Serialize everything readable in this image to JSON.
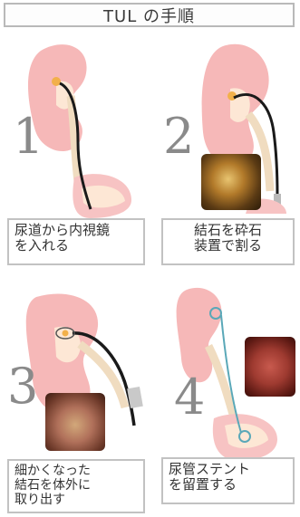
{
  "title": "TUL の手順",
  "steps": [
    {
      "number": "1",
      "caption": "尿道から内視鏡\nを入れる"
    },
    {
      "number": "2",
      "caption": "結石を砕石\n装置で割る"
    },
    {
      "number": "3",
      "caption": "細かくなった\n結石を体外に\n取り出す"
    },
    {
      "number": "4",
      "caption": "尿管ステント\nを留置する"
    }
  ],
  "colors": {
    "kidney": "#f6b8b8",
    "kidney_inner": "#fde7d5",
    "ureter": "#f0dcc0",
    "bladder": "#f7c3c3",
    "scope": "#1a1a1a",
    "stent": "#5aa8b8",
    "stone": "#f2b04a",
    "border": "#c2c2c2"
  }
}
